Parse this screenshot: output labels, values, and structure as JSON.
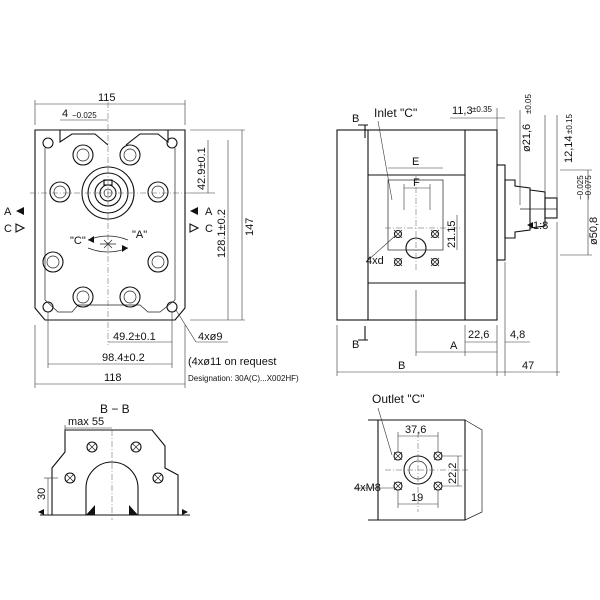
{
  "front_view": {
    "dim_overall_width_top": "115",
    "dim_flange_inset": "4",
    "dim_flange_inset_tol": "−0.025",
    "dim_shaft_center": "42.9±0.1",
    "dim_port_center": "128.1±0.2",
    "dim_total_height": "147",
    "dim_half_pitch": "49.2±0.1",
    "dim_pitch": "98.4±0.2",
    "dim_overall_width_bottom": "118",
    "hole_spec": "4xø9",
    "hole_alt": "(4xø11 on request",
    "designation": "Designation: 30A(C)...X002HF)",
    "rotation_c": "\"C\"",
    "rotation_a": "\"A\"",
    "left_arrow_a": "A",
    "left_arrow_c": "C",
    "right_arrow_a": "A",
    "right_arrow_c": "C"
  },
  "side_view": {
    "section_label_top": "B",
    "section_label_bottom": "B",
    "inlet_label": "Inlet \"C\"",
    "dim_e": "E",
    "dim_f": "F",
    "dim_21_15": "21.15",
    "hole_spec": "4xd",
    "dim_11_3": "11,3",
    "dim_11_3_tol": "±0.35",
    "dim_21_6": "ø21,6",
    "dim_21_6_tol": "±0.05",
    "dim_12_14": "12,14",
    "dim_12_14_tol": "±0.15",
    "dim_50_8": "ø50,8",
    "dim_50_8_tol_upper": "−0.025",
    "dim_50_8_tol_lower": "−0.075",
    "taper": "1:8",
    "dim_22_6": "22,6",
    "dim_4_8": "4,8",
    "dim_a": "A",
    "dim_b": "B",
    "dim_47": "47"
  },
  "section_bb": {
    "title": "B − B",
    "dim_max55": "max 55",
    "dim_30": "30"
  },
  "outlet_view": {
    "outlet_label": "Outlet \"C\"",
    "dim_37_6": "37,6",
    "dim_22_2": "22,2",
    "dim_19": "19",
    "thread_spec": "4xM8"
  }
}
